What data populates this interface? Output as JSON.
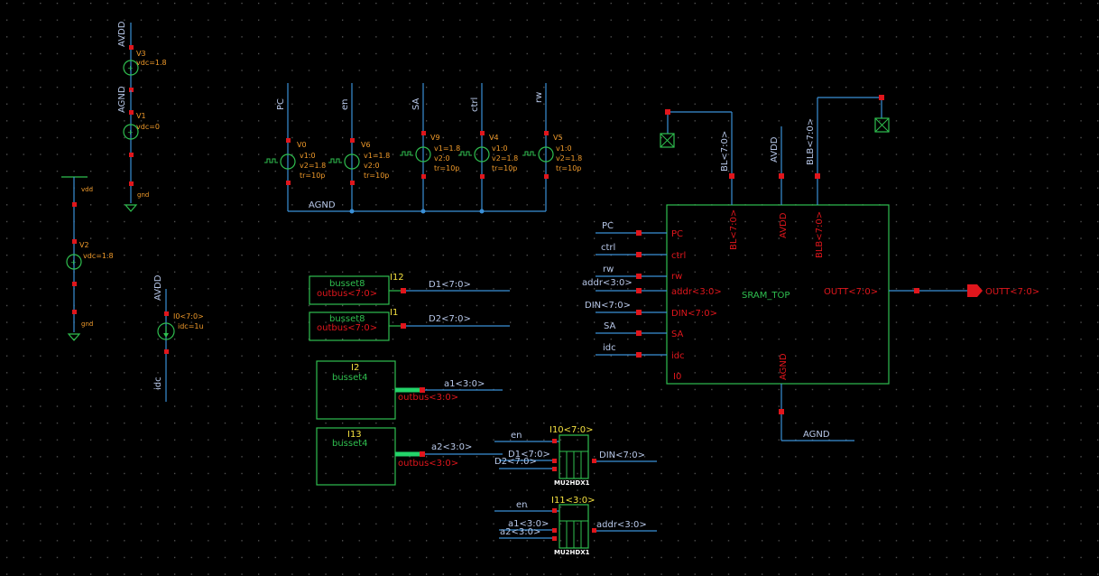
{
  "colors": {
    "background": "#000000",
    "grid": "#5a5a5a",
    "wire": "#3a8fd6",
    "device": "#2fbf4f",
    "pin": "#e0161c",
    "net_label": "#b7c7e8",
    "pin_text": "#e0161c",
    "param_text": "#f09a2a",
    "inst_name": "#f4e040",
    "symbol_text": "#2fbf4f",
    "bus": "#23d46a"
  },
  "supplies": {
    "v3": {
      "net": "AVDD",
      "name": "V3",
      "params": [
        "vdc=1.8"
      ]
    },
    "v1": {
      "net": "AGND",
      "name": "V1",
      "params": [
        "vdc=0"
      ],
      "gnd": "gnd"
    },
    "v2": {
      "top": "vdd",
      "name": "V2",
      "params": [
        "vdc=1.8"
      ],
      "gnd": "gnd"
    },
    "i0": {
      "net": "AVDD",
      "name": "I0<7:0>",
      "params": [
        "idc=1u"
      ],
      "bottom": "idc"
    }
  },
  "pulses": {
    "agnd": "AGND",
    "items": [
      {
        "net": "PC",
        "name": "V0",
        "params": [
          "v1:0",
          "v2=1.8",
          "tr=10p"
        ]
      },
      {
        "net": "en",
        "name": "V6",
        "params": [
          "v1=1.8",
          "v2:0",
          "tr=10p"
        ]
      },
      {
        "net": "SA",
        "name": "V9",
        "params": [
          "v1=1.8",
          "v2:0",
          "tr=10p"
        ]
      },
      {
        "net": "ctrl",
        "name": "V4",
        "params": [
          "v1:0",
          "v2=1.8",
          "tr=10p"
        ]
      },
      {
        "net": "rw",
        "name": "V5",
        "params": [
          "v1:0",
          "v2=1.8",
          "tr=10p"
        ]
      }
    ]
  },
  "bussets8": [
    {
      "inst": "I12",
      "cell": "busset8",
      "pin": "outbus<7:0>",
      "net": "D1<7:0>"
    },
    {
      "inst": "I1",
      "cell": "busset8",
      "pin": "outbus<7:0>",
      "net": "D2<7:0>"
    }
  ],
  "bussets4": [
    {
      "inst": "I2",
      "cell": "busset4",
      "pin": "outbus<3:0>",
      "net": "a1<3:0>"
    },
    {
      "inst": "I13",
      "cell": "busset4",
      "pin": "outbus<3:0>",
      "net": "a2<3:0>"
    }
  ],
  "muxes": [
    {
      "inst": "I10<7:0>",
      "cell": "MU2HDX1",
      "sel": "en",
      "in0": "D1<7:0>",
      "in1": "D2<7:0>",
      "out": "DIN<7:0>"
    },
    {
      "inst": "I11<3:0>",
      "cell": "MU2HDX1",
      "sel": "en",
      "in0": "a1<3:0>",
      "in1": "a2<3:0>",
      "out": "addr<3:0>"
    }
  ],
  "sram": {
    "cell": "SRAM_TOP",
    "inst": "I0",
    "left_pins": [
      "PC",
      "ctrl",
      "rw",
      "addr<3:0>",
      "DIN<7:0>",
      "SA",
      "idc"
    ],
    "left_nets": [
      "PC",
      "ctrl",
      "rw",
      "addr<3:0>",
      "DIN<7:0>",
      "SA",
      "idc"
    ],
    "top_pins": [
      "BL<7:0>",
      "AVDD",
      "BLB<7:0>"
    ],
    "top_nets": [
      "BL<7:0>",
      "AVDD",
      "BLB<7:0>"
    ],
    "bottom_pin": "AGND",
    "bottom_net": "AGND",
    "right_pin": "OUTT<7:0>",
    "output_pin": "OUTT<7:0>"
  }
}
